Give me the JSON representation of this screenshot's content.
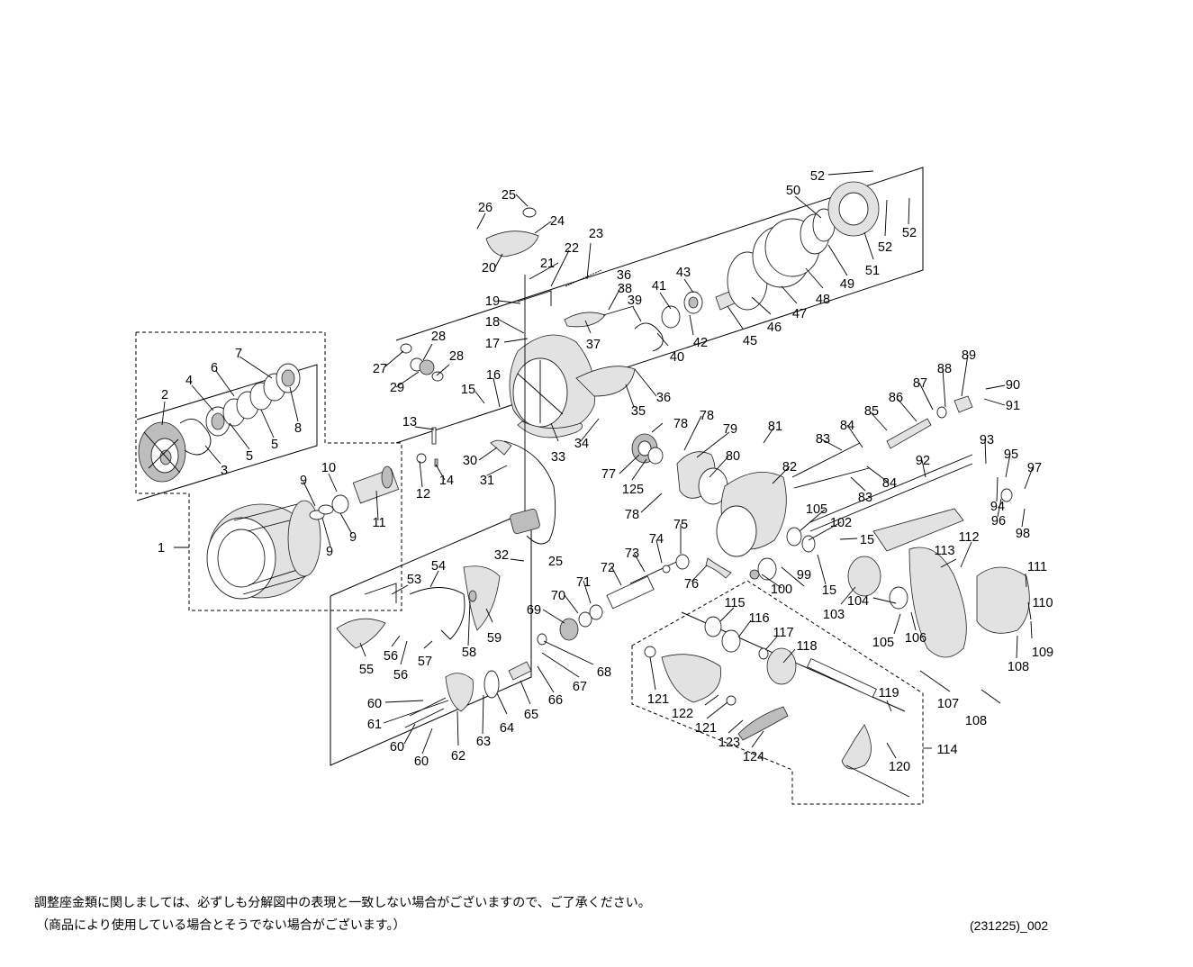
{
  "labels": [
    "1",
    "2",
    "3",
    "4",
    "5",
    "5",
    "6",
    "7",
    "8",
    "9",
    "9",
    "9",
    "10",
    "11",
    "12",
    "13",
    "14",
    "15",
    "15",
    "15",
    "16",
    "17",
    "18",
    "19",
    "20",
    "21",
    "22",
    "23",
    "24",
    "25",
    "25",
    "26",
    "27",
    "28",
    "28",
    "29",
    "30",
    "31",
    "32",
    "33",
    "34",
    "35",
    "36",
    "36",
    "37",
    "38",
    "39",
    "40",
    "41",
    "42",
    "43",
    "45",
    "46",
    "47",
    "48",
    "49",
    "50",
    "51",
    "52",
    "52",
    "52",
    "53",
    "54",
    "55",
    "56",
    "56",
    "57",
    "58",
    "59",
    "60",
    "60",
    "60",
    "61",
    "62",
    "63",
    "64",
    "65",
    "66",
    "67",
    "68",
    "69",
    "70",
    "71",
    "72",
    "73",
    "74",
    "75",
    "76",
    "77",
    "78",
    "78",
    "78",
    "79",
    "80",
    "81",
    "82",
    "83",
    "83",
    "84",
    "84",
    "85",
    "86",
    "87",
    "88",
    "89",
    "90",
    "91",
    "92",
    "93",
    "94",
    "95",
    "96",
    "97",
    "98",
    "99",
    "100",
    "102",
    "103",
    "104",
    "105",
    "105",
    "106",
    "107",
    "108",
    "108",
    "109",
    "110",
    "111",
    "112",
    "113",
    "114",
    "115",
    "116",
    "117",
    "118",
    "119",
    "120",
    "121",
    "121",
    "122",
    "123",
    "124",
    "125"
  ],
  "note_line1": "調整座金類に関しましては、必ずしも分解図中の表現と一致しない場合がございますので、ご了承ください。",
  "note_line2": "（商品により使用している場合とそうでない場合がございます。）",
  "drawing_code": "(231225)_002"
}
